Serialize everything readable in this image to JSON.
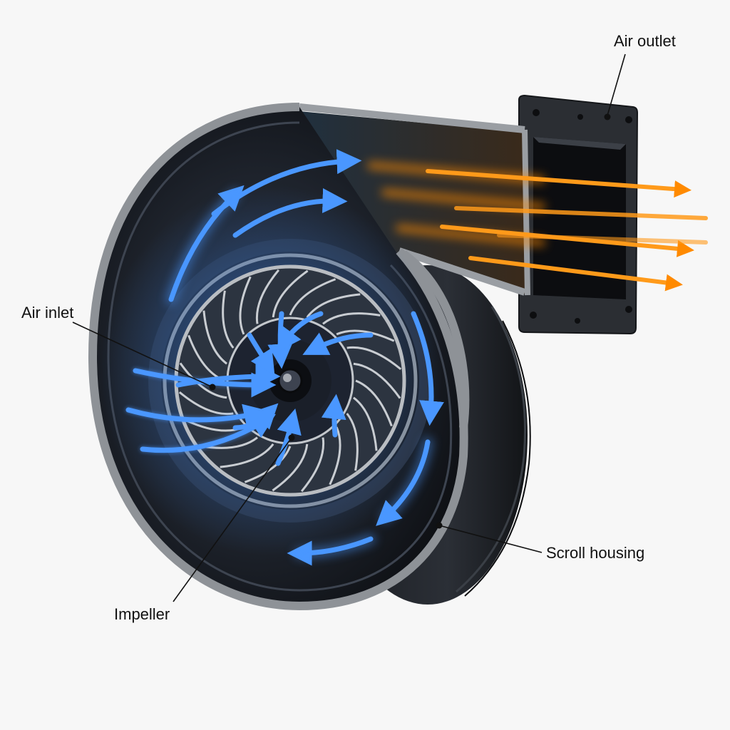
{
  "labels": {
    "air_outlet": "Air outlet",
    "air_inlet": "Air inlet",
    "impeller": "Impeller",
    "scroll_housing": "Scroll housing"
  },
  "colors": {
    "background": "#f7f7f7",
    "housing_dark": "#1c2027",
    "housing_rim": "#8e9297",
    "inflow_blue": "#2f7dff",
    "outflow_orange": "#ff8a00",
    "leader_line": "#111111"
  },
  "parts": {
    "impeller_blade_count": 24
  }
}
